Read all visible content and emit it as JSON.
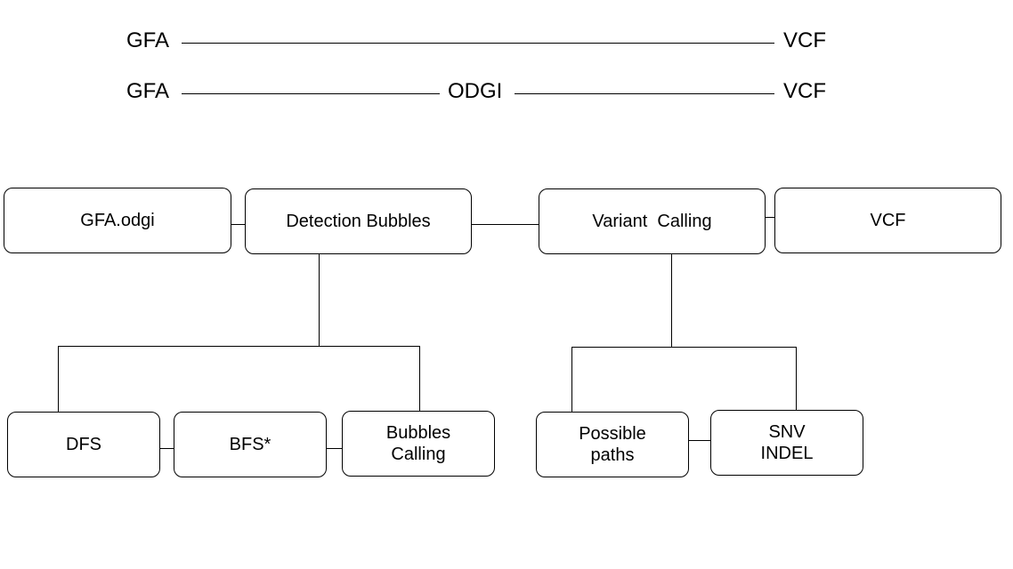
{
  "pipeline_rows": [
    {
      "start": "GFA",
      "end": "VCF"
    },
    {
      "start": "GFA",
      "middle": "ODGI",
      "end": "VCF"
    }
  ],
  "boxes": {
    "gfa_odgi": "GFA.odgi",
    "detection_bubbles": "Detection Bubbles",
    "variant_calling": "Variant  Calling",
    "vcf": "VCF",
    "dfs": "DFS",
    "bfs": "BFS*",
    "bubbles_calling": "Bubbles\nCalling",
    "possible_paths": "Possible\npaths",
    "snv_indel": "SNV\nINDEL"
  }
}
